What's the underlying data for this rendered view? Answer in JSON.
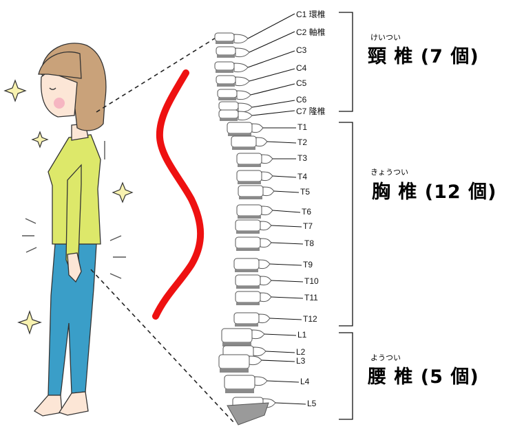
{
  "labels": {
    "cervical": [
      {
        "text": "C1 環椎"
      },
      {
        "text": "C2 軸椎"
      },
      {
        "text": "C3"
      },
      {
        "text": "C4"
      },
      {
        "text": "C5"
      },
      {
        "text": "C6"
      },
      {
        "text": "C7 隆椎"
      }
    ],
    "thoracic": [
      {
        "text": "T1"
      },
      {
        "text": "T2"
      },
      {
        "text": "T3"
      },
      {
        "text": "T4"
      },
      {
        "text": "T5"
      },
      {
        "text": "T6"
      },
      {
        "text": "T7"
      },
      {
        "text": "T8"
      },
      {
        "text": "T9"
      },
      {
        "text": "T10"
      },
      {
        "text": "T11"
      },
      {
        "text": "T12"
      }
    ],
    "lumbar": [
      {
        "text": "L1"
      },
      {
        "text": "L2"
      },
      {
        "text": "L3"
      },
      {
        "text": "L4"
      },
      {
        "text": "L5"
      }
    ]
  },
  "groups": {
    "cervical": {
      "furigana": "けいつい",
      "name": "頸 椎 (7 個)"
    },
    "thoracic": {
      "furigana": "きょうつい",
      "name": "胸 椎 (12 個)"
    },
    "lumbar": {
      "furigana": "ようつい",
      "name": "腰 椎 (5 個)"
    }
  },
  "colors": {
    "curve": "#ee1111",
    "shirt": "#dde86a",
    "pants": "#3a9ec8",
    "hair": "#c9a27a",
    "skin": "#fce6d6",
    "bone": "#ffffff",
    "bone_shade": "#8a8a8a"
  }
}
